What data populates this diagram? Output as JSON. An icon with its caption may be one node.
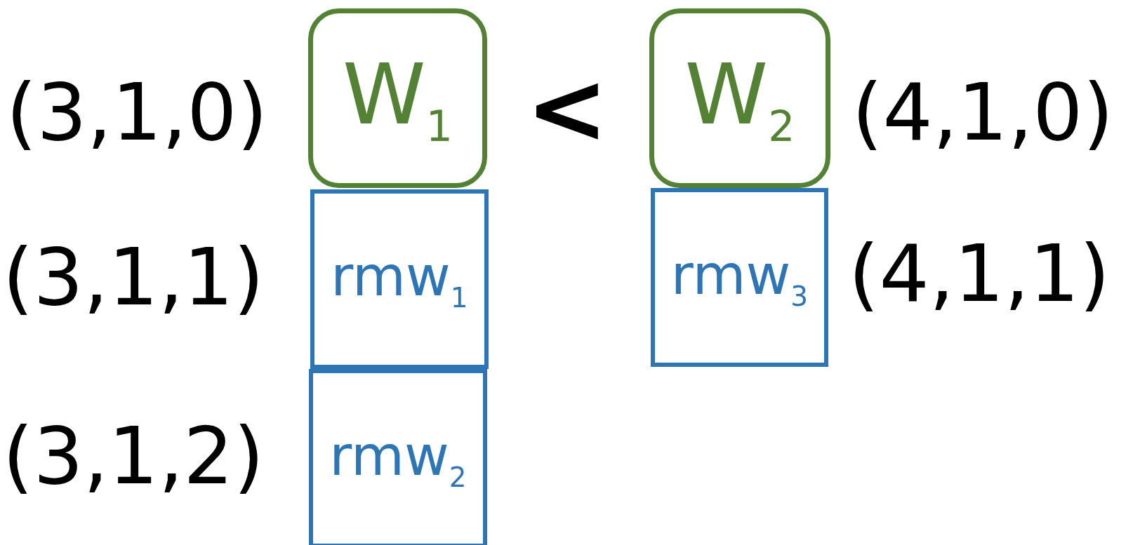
{
  "diagram": {
    "nodes": [
      {
        "text": [
          "W$_{1}$"
        ]
      },
      {
        "text": [
          "W$_{2}$"
        ]
      },
      {
        "text": [
          "rmw$_{1}$"
        ]
      },
      {
        "text": [
          "rmw$_{3}$"
        ]
      },
      {
        "text": [
          "rmw$_{2}$"
        ]
      }
    ],
    "labels": [
      "(3,1,0)",
      "<",
      "(4,1,0)",
      "(3,1,1)",
      "(4,1,1)",
      "(3,1,2)"
    ]
  }
}
